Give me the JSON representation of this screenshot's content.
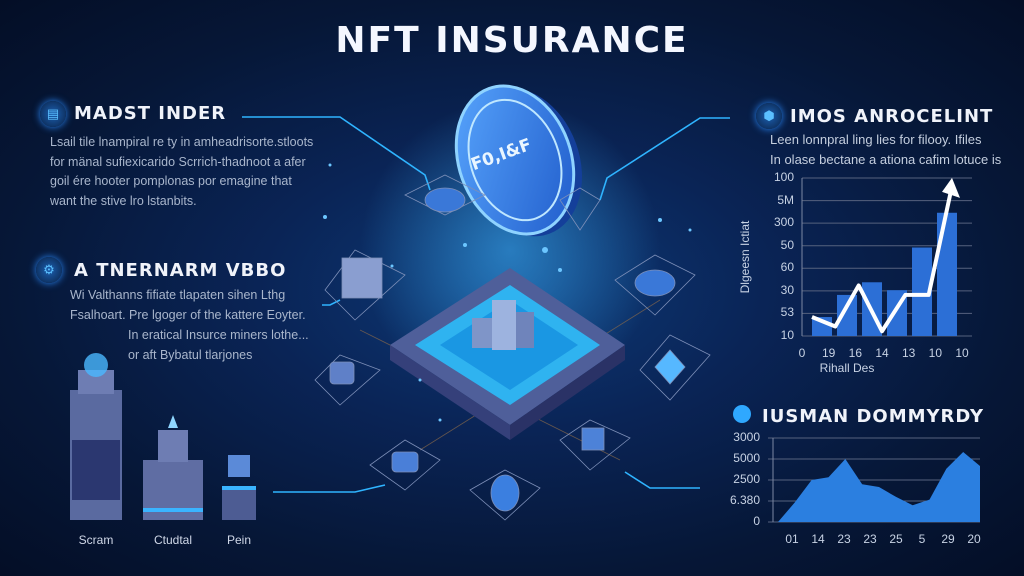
{
  "title": "NFT INSURANCE",
  "sections": [
    {
      "heading": "MADST INDER",
      "icon": "document-icon",
      "lines": [
        "Lsail tile lnampiral re ty in amheadrisorte.stloots",
        "for mänal sufiexicarido Scrrich-thadnoot a afer",
        "goil ére hooter pomplonas por emagine that",
        "want the stive lro lstanbits."
      ]
    },
    {
      "heading": "A TNERNARM VBBO",
      "icon": "network-icon",
      "lines": [
        "Wi Valthanns fifiate tlapaten sihen Lthg",
        "Fsalhoart. Pre lgoger of the kattere Eoyter."
      ],
      "sub_lines": [
        "In eratical Insurce miners lothe...",
        "or aft Bybatul tlarjones"
      ]
    },
    {
      "heading": "IMOS ANROCELINT",
      "icon": "shield-icon",
      "lines": [
        "Leen lonnpral ling lies for filooy. Ifiles",
        "In olase bectane a ationa cafim lotuce is"
      ]
    },
    {
      "heading": "IUSMAN DOMMYRDY",
      "icon": "dot-icon"
    }
  ],
  "towers": [
    "Scram",
    "Ctudtal",
    "Pein"
  ],
  "coin_label": "F0,I&F",
  "colors": {
    "accent": "#2fa8ff",
    "bar": "#2c6fd6",
    "area": "#2b7fe0",
    "background": "#061737"
  },
  "chart_data": [
    {
      "type": "bar",
      "title": "IMOS ANROCELINT",
      "ylabel": "Dlgeesn Ictiat",
      "xlabel": "Rihall Des",
      "ytick_labels": [
        "100",
        "5M",
        "300",
        "50",
        "60",
        "30",
        "53",
        "10"
      ],
      "xtick_labels": [
        "0",
        "19",
        "16",
        "14",
        "13",
        "10",
        "10"
      ],
      "ylim": [
        0,
        100
      ],
      "bars": [
        12,
        26,
        34,
        29,
        56,
        78
      ],
      "line": [
        12,
        6,
        32,
        3,
        26,
        26,
        95
      ],
      "grid": true
    },
    {
      "type": "area",
      "title": "IUSMAN DOMMYRDY",
      "ytick_labels": [
        "3000",
        "5000",
        "2500",
        "6.380",
        "0"
      ],
      "xtick_labels": [
        "01",
        "14",
        "23",
        "23",
        "25",
        "5",
        "29",
        "20"
      ],
      "ylim": [
        0,
        60
      ],
      "values": [
        0,
        14,
        30,
        32,
        45,
        27,
        25,
        18,
        12,
        16,
        38,
        50,
        40
      ],
      "grid": true
    }
  ]
}
